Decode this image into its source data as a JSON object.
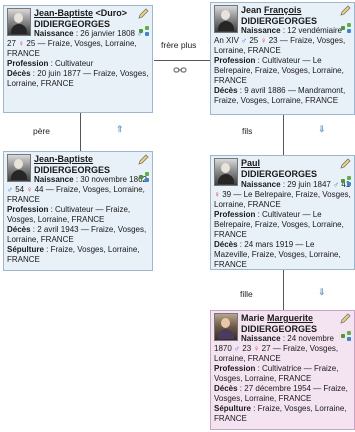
{
  "relations": {
    "frere_plus": "frère plus",
    "pere": "père",
    "fils": "fils",
    "fille": "fille"
  },
  "cards": {
    "jb1": {
      "first_pre": "Jean-Baptiste",
      "nickname": " <Duro>",
      "surname": "DIDIERGEORGES",
      "birth_label": "Naissance",
      "birth_text": " : 26 janvier 1808 ",
      "father_age": "27",
      "mother_age": "25",
      "birth_place": " — Fraize, Vosges, Lorraine, FRANCE",
      "prof_label": "Profession",
      "prof_text": " : Cultivateur",
      "death_label": "Décès",
      "death_text": " : 20 juin 1877 — Fraize, Vosges, Lorraine, FRANCE"
    },
    "jf": {
      "first_pre": "Jean ",
      "first_u": "François",
      "surname": "DIDIERGEORGES",
      "birth_label": "Naissance",
      "birth_text": " : 12 vendémiaire An XIV ",
      "father_age": "25",
      "mother_age": "23",
      "birth_place": " — Fraize, Vosges, Lorraine, FRANCE",
      "prof_label": "Profession",
      "prof_text": " : Cultivateur — Le Belrepaire, Fraize, Vosges, Lorraine, FRANCE",
      "death_label": "Décès",
      "death_text": " : 9 avril 1886 — Mandramont, Fraize, Vosges, Lorraine, FRANCE"
    },
    "jb2": {
      "first_pre": "Jean-Baptiste",
      "surname": "DIDIERGEORGES",
      "birth_label": "Naissance",
      "birth_text": " : 30 novembre 1862 ",
      "father_age": "54",
      "mother_age": "44",
      "birth_place": " — Fraize, Vosges, Lorraine, FRANCE",
      "prof_label": "Profession",
      "prof_text": " : Cultivateur — Fraize, Vosges, Lorraine, FRANCE",
      "death_label": "Décès",
      "death_text": " : 2 avril 1943 — Fraize, Vosges, Lorraine, FRANCE",
      "burial_label": "Sépulture",
      "burial_text": " : Fraize, Vosges, Lorraine, FRANCE"
    },
    "paul": {
      "first_u": "Paul",
      "surname": " DIDIERGEORGES",
      "birth_label": "Naissance",
      "birth_text": " : 29 juin 1847 ",
      "father_age": "41",
      "mother_age": "39",
      "birth_place": " — Le Belrepaire, Fraize, Vosges, Lorraine, FRANCE",
      "prof_label": "Profession",
      "prof_text": " : Cultivateur — Le Belrepaire, Fraize, Vosges, Lorraine, FRANCE",
      "death_label": "Décès",
      "death_text": " : 24 mars 1919 — Le Mazeville, Fraize, Vosges, Lorraine, FRANCE"
    },
    "marie": {
      "first_pre": "Marie ",
      "first_u": "Marguerite",
      "surname": "DIDIERGEORGES",
      "birth_label": "Naissance",
      "birth_text": " : 24 novembre 1870 ",
      "father_age": "23",
      "mother_age": "27",
      "birth_place": " — Fraize, Vosges, Lorraine, FRANCE",
      "prof_label": "Profession",
      "prof_text": " : Cultivatrice — Fraize, Vosges, Lorraine, FRANCE",
      "death_label": "Décès",
      "death_text": " : 27 décembre 1954 — Fraize, Vosges, Lorraine, FRANCE",
      "burial_label": "Sépulture",
      "burial_text": " : Fraize, Vosges, Lorraine, FRANCE"
    }
  },
  "symbols": {
    "male": "♂",
    "female": "♀"
  },
  "icons": [
    "pencil-icon",
    "family-tree-icon",
    "arrow-up-icon",
    "arrow-down-icon",
    "link-icon"
  ]
}
